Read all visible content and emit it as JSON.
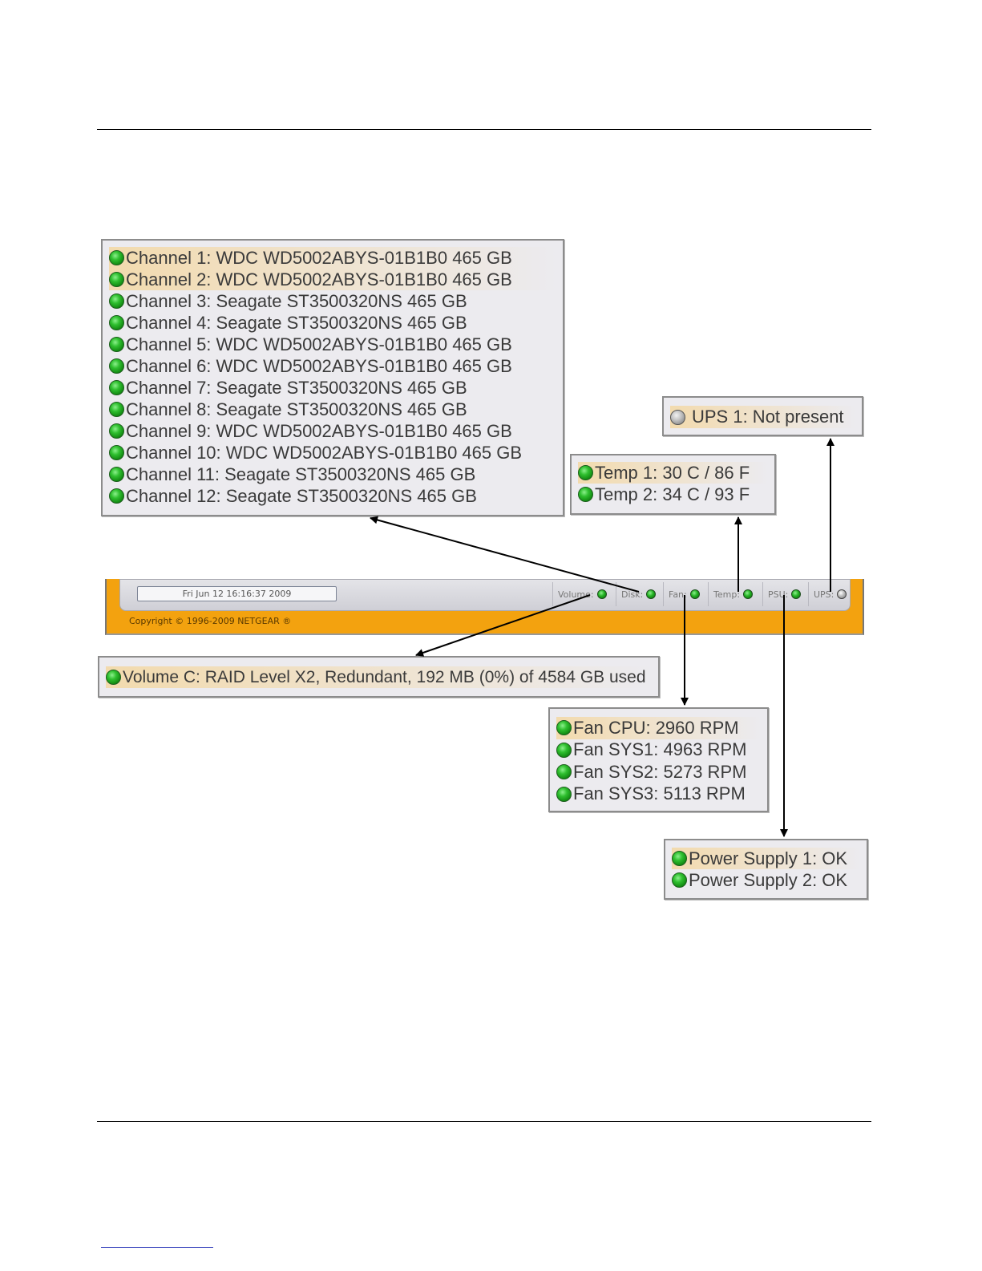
{
  "disk_popup": {
    "items": [
      {
        "text": "Channel 1: WDC WD5002ABYS-01B1B0 465 GB",
        "status": "green"
      },
      {
        "text": "Channel 2: WDC WD5002ABYS-01B1B0 465 GB",
        "status": "green"
      },
      {
        "text": "Channel 3: Seagate ST3500320NS 465 GB",
        "status": "green"
      },
      {
        "text": "Channel 4: Seagate ST3500320NS 465 GB",
        "status": "green"
      },
      {
        "text": "Channel 5: WDC WD5002ABYS-01B1B0 465 GB",
        "status": "green"
      },
      {
        "text": "Channel 6: WDC WD5002ABYS-01B1B0 465 GB",
        "status": "green"
      },
      {
        "text": "Channel 7: Seagate ST3500320NS 465 GB",
        "status": "green"
      },
      {
        "text": "Channel 8: Seagate ST3500320NS 465 GB",
        "status": "green"
      },
      {
        "text": "Channel 9: WDC WD5002ABYS-01B1B0 465 GB",
        "status": "green"
      },
      {
        "text": "Channel 10: WDC WD5002ABYS-01B1B0 465 GB",
        "status": "green"
      },
      {
        "text": "Channel 11: Seagate ST3500320NS 465 GB",
        "status": "green"
      },
      {
        "text": "Channel 12: Seagate ST3500320NS 465 GB",
        "status": "green"
      }
    ]
  },
  "ups_popup": {
    "items": [
      {
        "text": "UPS 1: Not present",
        "status": "grey"
      }
    ]
  },
  "temp_popup": {
    "items": [
      {
        "text": "Temp 1: 30 C / 86 F",
        "status": "green"
      },
      {
        "text": "Temp 2: 34 C / 93 F",
        "status": "green"
      }
    ]
  },
  "volume_popup": {
    "items": [
      {
        "text": "Volume C: RAID Level X2, Redundant, 192 MB (0%) of 4584 GB used",
        "status": "green"
      }
    ]
  },
  "fan_popup": {
    "items": [
      {
        "text": "Fan CPU: 2960 RPM",
        "status": "green"
      },
      {
        "text": "Fan SYS1: 4963 RPM",
        "status": "green"
      },
      {
        "text": "Fan SYS2: 5273 RPM",
        "status": "green"
      },
      {
        "text": "Fan SYS3: 5113 RPM",
        "status": "green"
      }
    ]
  },
  "psu_popup": {
    "items": [
      {
        "text": "Power Supply 1: OK",
        "status": "green"
      },
      {
        "text": "Power Supply 2: OK",
        "status": "green"
      }
    ]
  },
  "status_bar": {
    "datetime": "Fri Jun 12  16:16:37 2009",
    "copyright": "Copyright © 1996-2009 NETGEAR ®",
    "indicators": [
      {
        "label": "Volume:",
        "status": "green"
      },
      {
        "label": "Disk:",
        "status": "green"
      },
      {
        "label": "Fan:",
        "status": "green"
      },
      {
        "label": "Temp:",
        "status": "green"
      },
      {
        "label": "PSU:",
        "status": "green"
      },
      {
        "label": "UPS:",
        "status": "grey"
      }
    ]
  },
  "colors": {
    "status_ok": "#2fbf2f",
    "status_unknown": "#aaaaaa",
    "frame_orange": "#f3a20f",
    "popup_bg": "#ecebef"
  }
}
